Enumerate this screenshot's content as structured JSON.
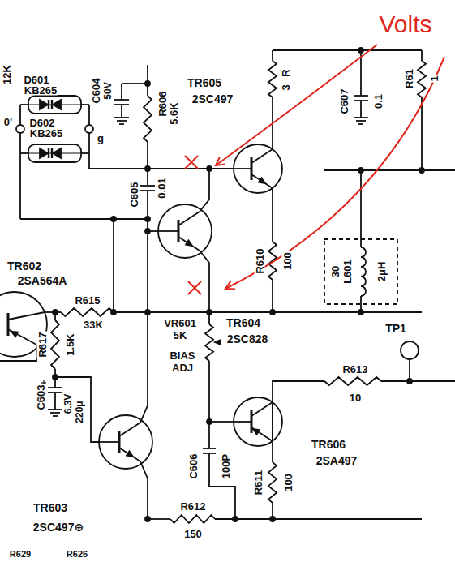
{
  "diagram": {
    "labels": [
      "Volts",
      "12K",
      "D601",
      "KB265",
      "C604",
      "50V",
      "R606",
      "5.6K",
      "TR605",
      "2SC497",
      "R",
      "3",
      "C607",
      "0.1",
      "R61",
      "1",
      "0'",
      "g",
      "D602",
      "KB265",
      "C605",
      "0.01",
      "TR602",
      "2SA564A",
      "R615",
      "33K",
      "R617",
      "1.5K",
      "C603",
      "6.3V",
      "220μ",
      "VR601",
      "5K",
      "BIAS",
      "ADJ",
      "TR604",
      "2SC828",
      "R610",
      "100",
      "30",
      "L601",
      "2μH",
      "TP1",
      "R613",
      "10",
      "C606",
      "100P",
      "R611",
      "100",
      "TR606",
      "2SA497",
      "TR603",
      "2SC497⊕",
      "R612",
      "150",
      "R629",
      "R626"
    ]
  }
}
